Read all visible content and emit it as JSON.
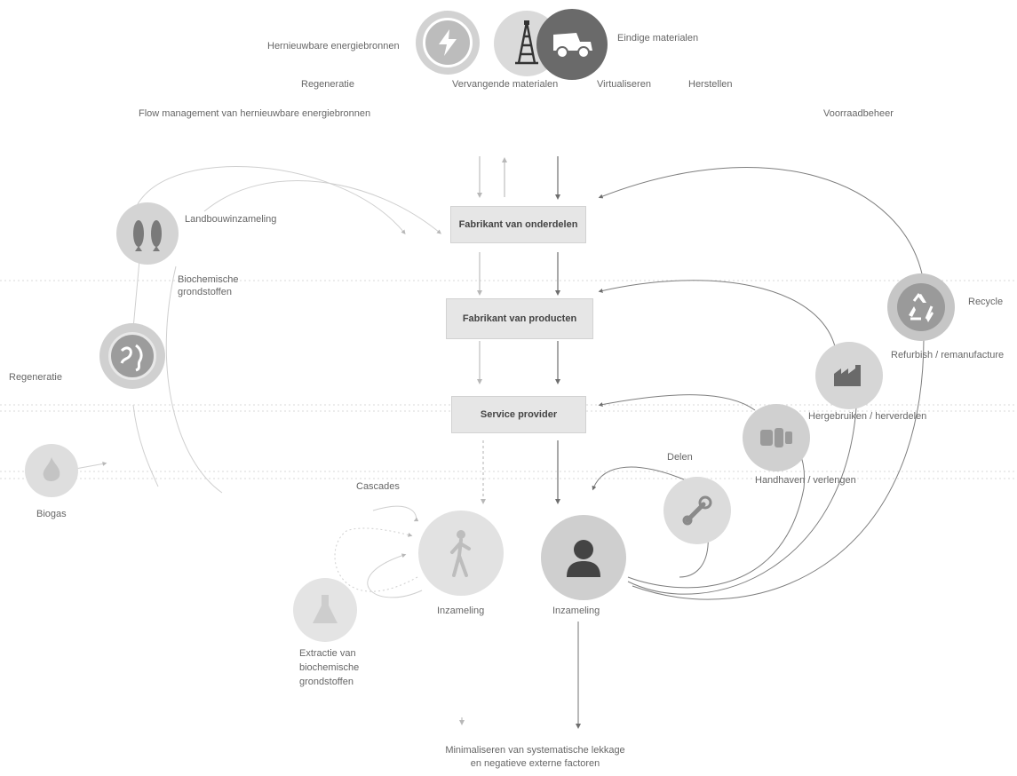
{
  "top": {
    "renewable_sources": "Hernieuwbare energiebronnen",
    "finite_materials": "Eindige materialen",
    "regeneration": "Regeneratie",
    "substitute_materials": "Vervangende materialen",
    "virtualise": "Virtualiseren",
    "restore": "Herstellen",
    "flow_management": "Flow management van hernieuwbare energiebronnen",
    "stock_management": "Voorraadbeheer"
  },
  "process": {
    "parts_manufacturer": "Fabrikant van onderdelen",
    "product_manufacturer": "Fabrikant van producten",
    "service_provider": "Service provider"
  },
  "biological": {
    "agri_collection": "Landbouwinzameling",
    "biochemical_feedstock": "Biochemische grondstoffen",
    "regeneration": "Regeneratie",
    "biogas": "Biogas",
    "cascades": "Cascades",
    "collection": "Inzameling",
    "extraction": "Extractie van biochemische grondstoffen"
  },
  "technical": {
    "collection": "Inzameling",
    "share": "Delen",
    "maintain": "Handhaven / verlengen",
    "reuse": "Hergebruiken / herverdelen",
    "refurbish": "Refurbish / remanufacture",
    "recycle": "Recycle"
  },
  "bottom": {
    "leakage": "Minimaliseren van systematische lekkage en negatieve externe factoren"
  },
  "colors": {
    "bio_arrow": "#b3b3b3",
    "tech_arrow": "#6b6b6b",
    "box_fill": "#e6e6e6",
    "icon_dark": "#7a7a7a",
    "icon_light": "#c4c4c4"
  },
  "icons": [
    "lightning-icon",
    "drilling-rig-icon",
    "mining-truck-icon",
    "fish-icon",
    "globe-icon",
    "flame-icon",
    "person-walking-icon",
    "flask-icon",
    "user-icon",
    "wrench-icon",
    "parts-icon",
    "factory-icon",
    "recycle-icon"
  ]
}
